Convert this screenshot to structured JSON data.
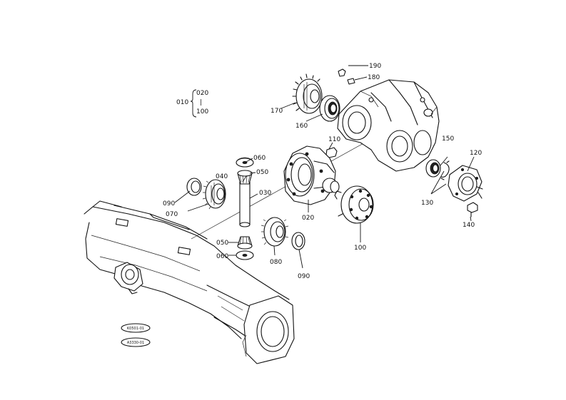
{
  "parts": {
    "p010": "010",
    "p020": "020",
    "p030": "030",
    "p040": "040",
    "p050": "050",
    "p050b": "050",
    "p060": "060",
    "p060b": "060",
    "p070": "070",
    "p080": "080",
    "p090": "090",
    "p090b": "090",
    "p100": "100",
    "p100b": "100",
    "p110": "110",
    "p120": "120",
    "p130": "130",
    "p140": "140",
    "p150": "150",
    "p160": "160",
    "p170": "170",
    "p180": "180",
    "p190": "190",
    "group_top": "020",
    "group_bottom": "100",
    "group_sep": "|"
  },
  "references": {
    "ref1": "K0501-01",
    "ref2": "A3330-01"
  }
}
